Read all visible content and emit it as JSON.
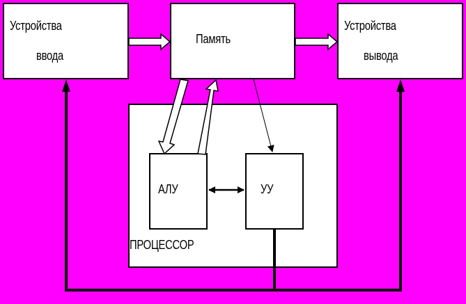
{
  "colors": {
    "background": "#ff00ff",
    "box_fill": "#ffffff",
    "stroke": "#000000"
  },
  "blocks": {
    "input_devices": {
      "line1": "Устройства",
      "line2": "ввода"
    },
    "memory": {
      "label": "Память"
    },
    "output_devices": {
      "line1": "Устройства",
      "line2": "вывода"
    },
    "processor": {
      "label": "ПРОЦЕССОР"
    },
    "alu": {
      "label": "АЛУ"
    },
    "control_unit": {
      "label": "УУ"
    }
  }
}
